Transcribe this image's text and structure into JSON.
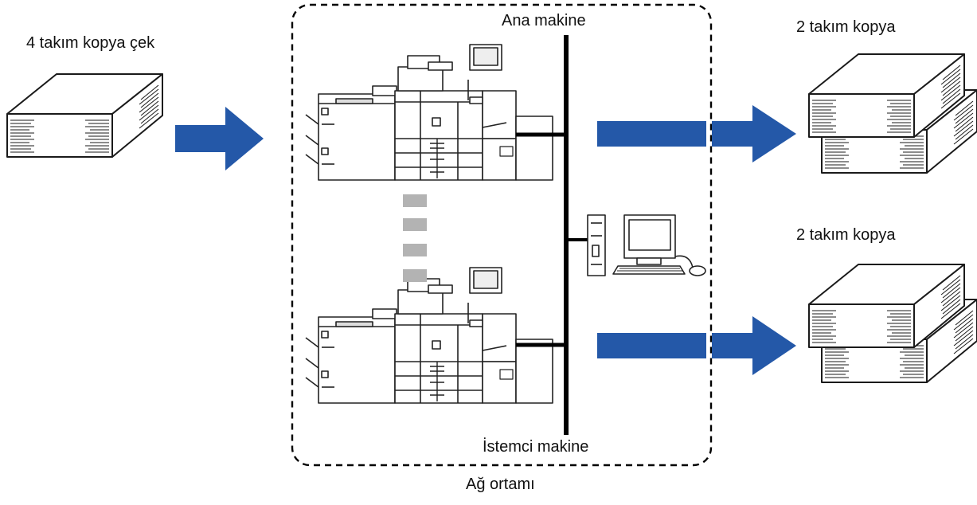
{
  "labels": {
    "source": "4 takım kopya çek",
    "host": "Ana makine",
    "client": "İstemci makine",
    "network": "Ağ ortamı",
    "output_top": "2 takım kopya",
    "output_bottom": "2 takım kopya"
  },
  "colors": {
    "arrow": "#2458a8",
    "line": "#000000",
    "link_dash": "#b3b3b3",
    "paper_stroke": "#1a1a1a"
  },
  "icons": {
    "printers": [
      "printer-icon",
      "printer-icon"
    ],
    "computer": "computer-icon",
    "paper_stacks": [
      "paper-stack-icon",
      "paper-stack-icon",
      "paper-stack-icon",
      "paper-stack-icon",
      "paper-stack-icon"
    ]
  }
}
